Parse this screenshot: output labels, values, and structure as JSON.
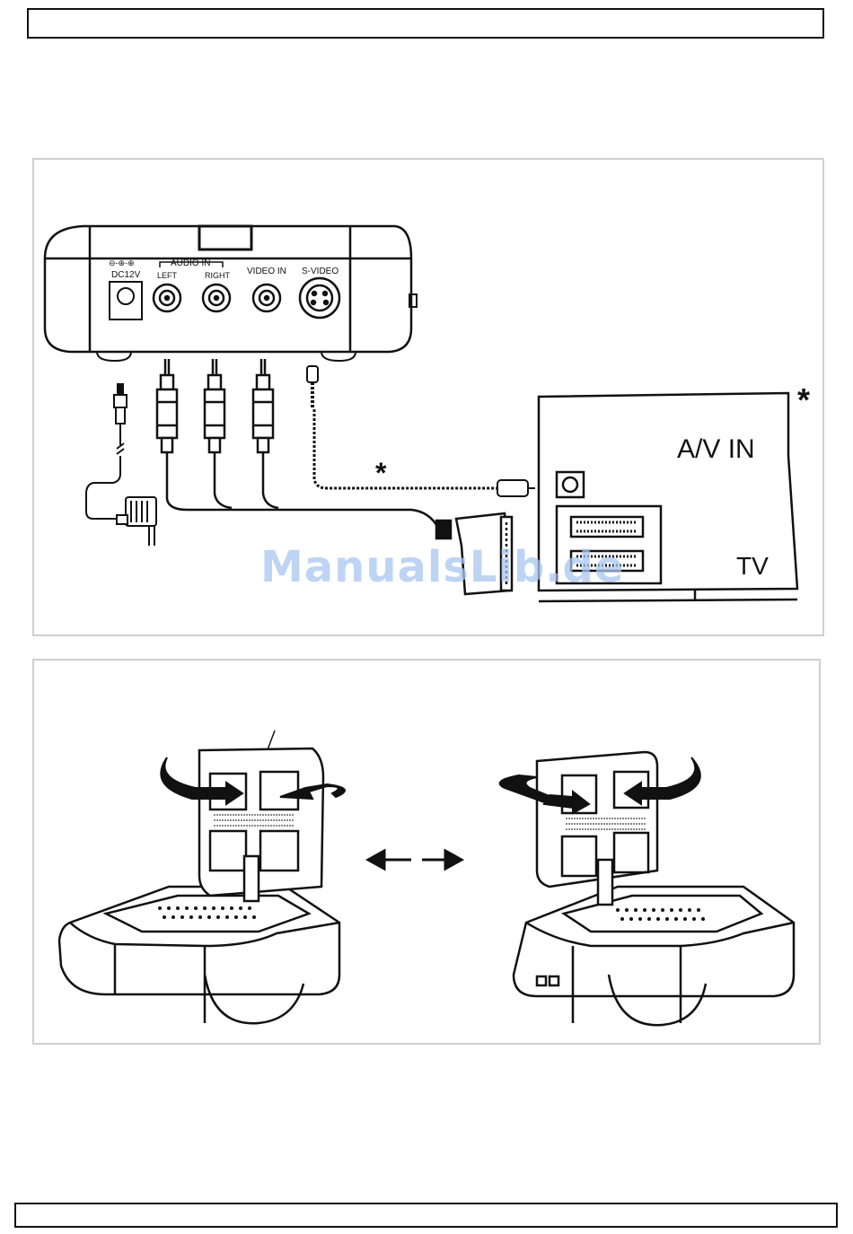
{
  "receiver_panel": {
    "dc_label": "DC12V",
    "audio_in_label": "AUDIO IN",
    "left_label": "LEFT",
    "right_label": "RIGHT",
    "video_in_label": "VIDEO IN",
    "svideo_label": "S-VIDEO"
  },
  "tv": {
    "av_in_label": "A/V  IN",
    "tv_label": "TV",
    "note_mark": "*"
  },
  "cable_note_mark": "*",
  "watermark": "ManualsLib.de",
  "icons": [
    "power-adapter-icon",
    "rca-plug-icon",
    "scart-plug-icon",
    "svideo-plug-icon",
    "rotate-arrow-icon",
    "double-arrow-icon",
    "transmitter-icon",
    "receiver-icon"
  ]
}
